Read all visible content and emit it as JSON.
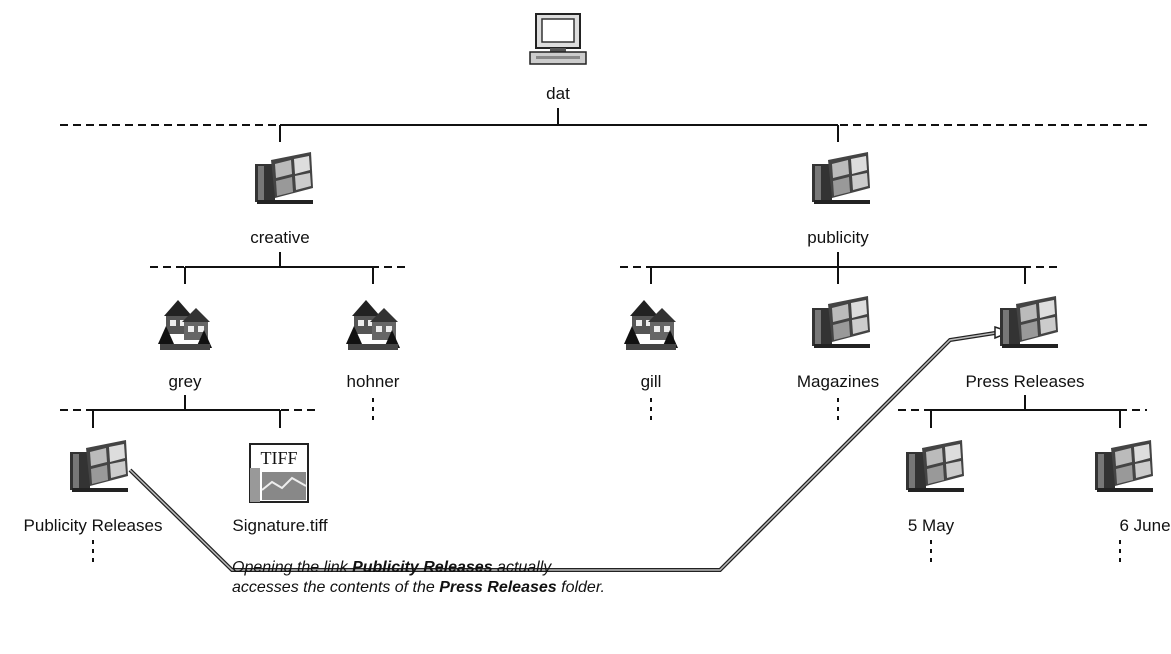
{
  "nodes": {
    "root": "dat",
    "creative": "creative",
    "publicity": "publicity",
    "grey": "grey",
    "hohner": "hohner",
    "gill": "gill",
    "magazines": "Magazines",
    "press_releases": "Press Releases",
    "publicity_releases": "Publicity Releases",
    "signature": "Signature.tiff",
    "may": "5 May",
    "june": "6 June"
  },
  "tiff_icon_text": "TIFF",
  "caption": {
    "part1": "Opening the link ",
    "bold1": "Publicity Releases",
    "part2": " actually accesses the contents of the ",
    "bold2": "Press Releases",
    "part3": " folder."
  },
  "icons": {
    "root": "computer-icon",
    "folder": "folder-icon",
    "user": "user-houses-icon",
    "file": "tiff-file-icon"
  }
}
